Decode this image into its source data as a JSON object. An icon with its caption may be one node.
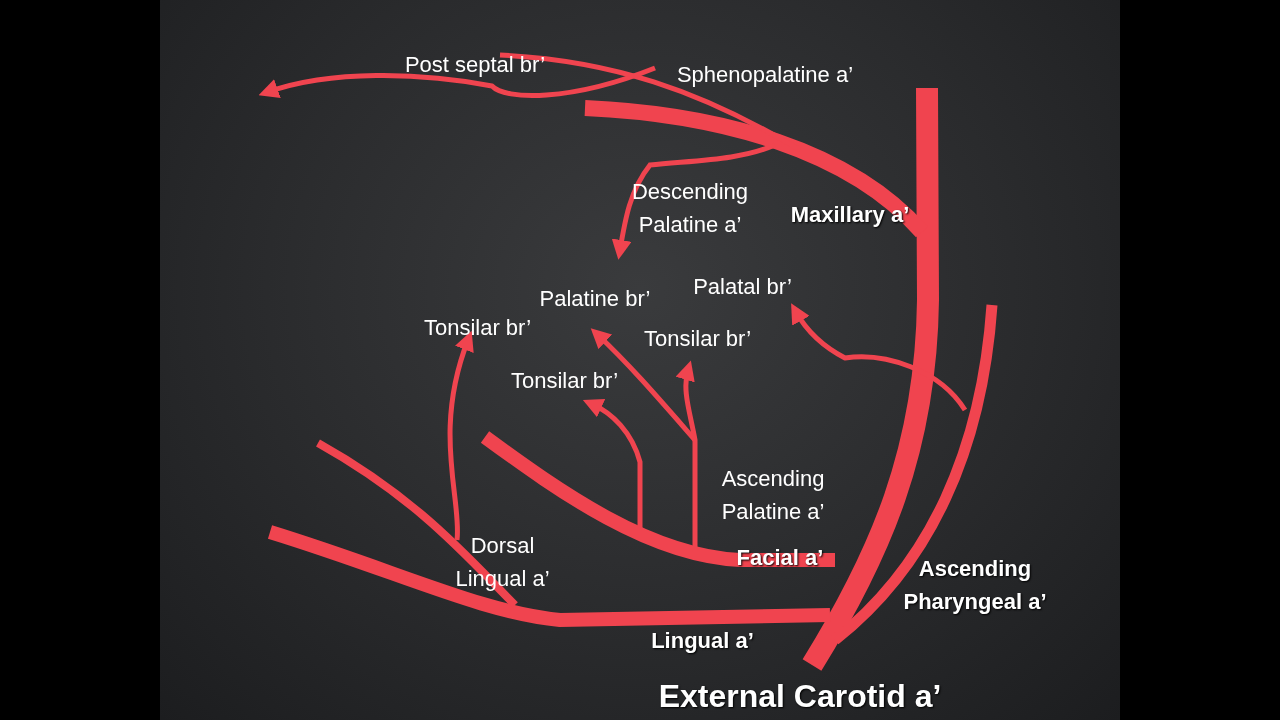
{
  "diagram": {
    "labels": [
      "Post septal br’",
      "Sphenopalatine a’",
      "Descending Palatine a’",
      "Maxillary a’",
      "Palatal br’",
      "Palatine br’",
      "Tonsilar br’",
      "Tonsilar br’",
      "Tonsilar br’",
      "Ascending Palatine a’",
      "Dorsal Lingual a’",
      "Facial a’",
      "Ascending Pharyngeal a’",
      "Lingual a’",
      "External Carotid a’"
    ]
  }
}
